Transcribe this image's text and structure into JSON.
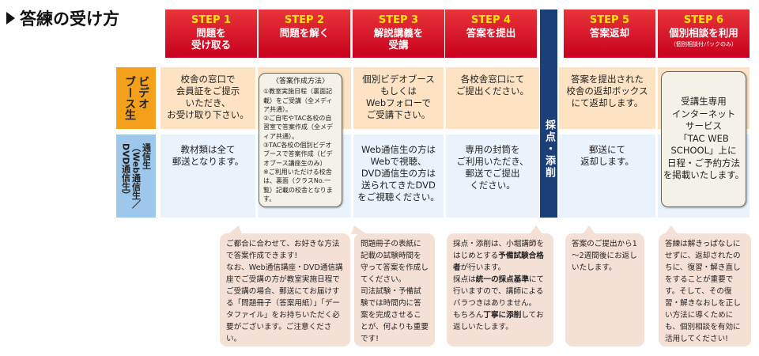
{
  "title": "答練の受け方",
  "steps": [
    {
      "num": "STEP 1",
      "label": "問題を\n受け取る"
    },
    {
      "num": "STEP 2",
      "label": "問題を解く"
    },
    {
      "num": "STEP 3",
      "label": "解説講義を\n受講"
    },
    {
      "num": "STEP 4",
      "label": "答案を提出"
    },
    {
      "num": "STEP 5",
      "label": "答案返却"
    },
    {
      "num": "STEP 6",
      "label": "個別相談を利用",
      "sub": "（個別相談付パックのみ）"
    }
  ],
  "grading_bar": "採点・添削",
  "rows": {
    "video": {
      "label": "ビデオ\nブース生",
      "cells": [
        "校舎の窓口で\n会員証をご提示\nいただき、\nお受け取り下さい。",
        "個別ビデオブース\nもしくは\nWebフォローで\nご受講下さい。",
        "各校舎窓口にて\nご提出ください。",
        "答案を提出された\n校舎の返却ボックス\nにて返却します。"
      ]
    },
    "correspondence": {
      "label": "通信生\n（Web通信生／\nDVD通信生）",
      "cells": [
        "教材類は全て\n郵送となります。",
        "Web通信生の方は\nWebで視聴、\nDVD通信生の方は\n送られてきたDVD\nをご視聴ください。",
        "専用の封筒を\nご利用いただき、\n郵送でご提出\nください。",
        "郵送にて\n返却します。"
      ]
    }
  },
  "method": {
    "heading": "〈答案作成方法〉",
    "body": "①教室実施日程（裏面記載）をご受講（全メディア共通）。\n②ご自宅やTAC各校の自習室で答案作成（全メディア共通）。\n③TAC各校の個別ビデオブースで答案作成（ビデオブース講座生のみ）\n※ご利用いただける校舎は、裏面（クラスNo.一覧）記載の校舎となります。"
  },
  "web_school": "受講生専用\nインターネット\nサービス\n「TAC WEB\nSCHOOL」上に\n日程・ご予約方法\nを掲載いたします。",
  "notes": {
    "n1": "ご都合に合わせて、お好きな方法で答案作成できます!\nなお、Web通信講座・DVD通信講座でご受講の方が教室実施日程でご受講の場合、郵送にてお届けする「問題冊子（答案用紙）」「データファイル」をお持ちいただく必要がございます。ご注意ください。",
    "n2": "問題冊子の表紙に記載の試験時間を守って答案を作成してください。\n司法試験・予備試験では時間内に答案を完成させることが、何よりも重要です!",
    "n3": [
      "採点・添削は、小堀講師をはじめとする",
      "予備試験合格者",
      "が行います。\n採点は",
      "統一の採点基準",
      "にて行いますので、講師によるバラつきはありません。\nもちろん",
      "丁寧に添削",
      "してお返しいたします。"
    ],
    "n4": "答案のご提出から1～2週間後にお返しいたします。",
    "n5": "答練は解きっぱなしにせずに、返却されたのちに、復習・解き直しをすることが重要です。そして、その復習・解きなおしを正しい方法に導くためにも、個別相談を有効に活用してください!"
  }
}
